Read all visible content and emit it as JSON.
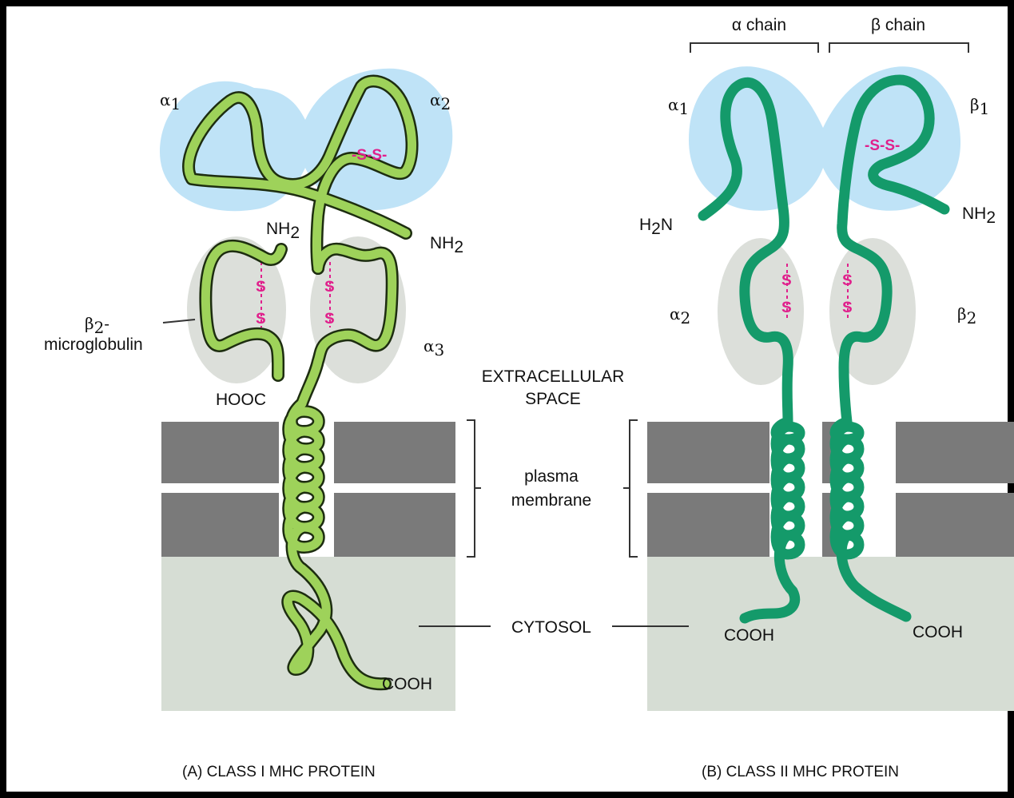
{
  "colors": {
    "class1_chain": "#9ed25a",
    "class2_chain": "#149a6a",
    "disulfide": "#e0208c",
    "peptide_groove": "#bfe3f7",
    "domain_shading": "#dcdfda",
    "membrane": "#7a7a7a",
    "cytosol": "#d6ddd4"
  },
  "class1": {
    "caption": "(A)  CLASS I MHC PROTEIN",
    "alpha1": "α",
    "alpha1_sub": "1",
    "alpha2": "α",
    "alpha2_sub": "2",
    "alpha3": "α",
    "alpha3_sub": "3",
    "nh2_left": "NH",
    "nh2_left_sub": "2",
    "nh2_right": "NH",
    "nh2_right_sub": "2",
    "beta2_line1": "β",
    "beta2_line1_sub": "2",
    "beta2_line1_end": "-",
    "beta2_line2": "microglobulin",
    "hooc": "HOOC",
    "cooh": "COOH",
    "ss_groove": "-S-S-",
    "ss_letter": "S"
  },
  "center": {
    "extracellular_line1": "EXTRACELLULAR",
    "extracellular_line2": "SPACE",
    "membrane_line1": "plasma",
    "membrane_line2": "membrane",
    "cytosol": "CYTOSOL"
  },
  "class2": {
    "caption": "(B)  CLASS II MHC PROTEIN",
    "alpha_chain": "α chain",
    "beta_chain": "β chain",
    "alpha1": "α",
    "alpha1_sub": "1",
    "beta1": "β",
    "beta1_sub": "1",
    "alpha2": "α",
    "alpha2_sub": "2",
    "beta2": "β",
    "beta2_sub": "2",
    "h2n_h": "H",
    "h2n_sub": "2",
    "h2n_n": "N",
    "nh2": "NH",
    "nh2_sub": "2",
    "cooh_left": "COOH",
    "cooh_right": "COOH",
    "ss_groove": "-S-S-",
    "ss_letter": "S"
  }
}
